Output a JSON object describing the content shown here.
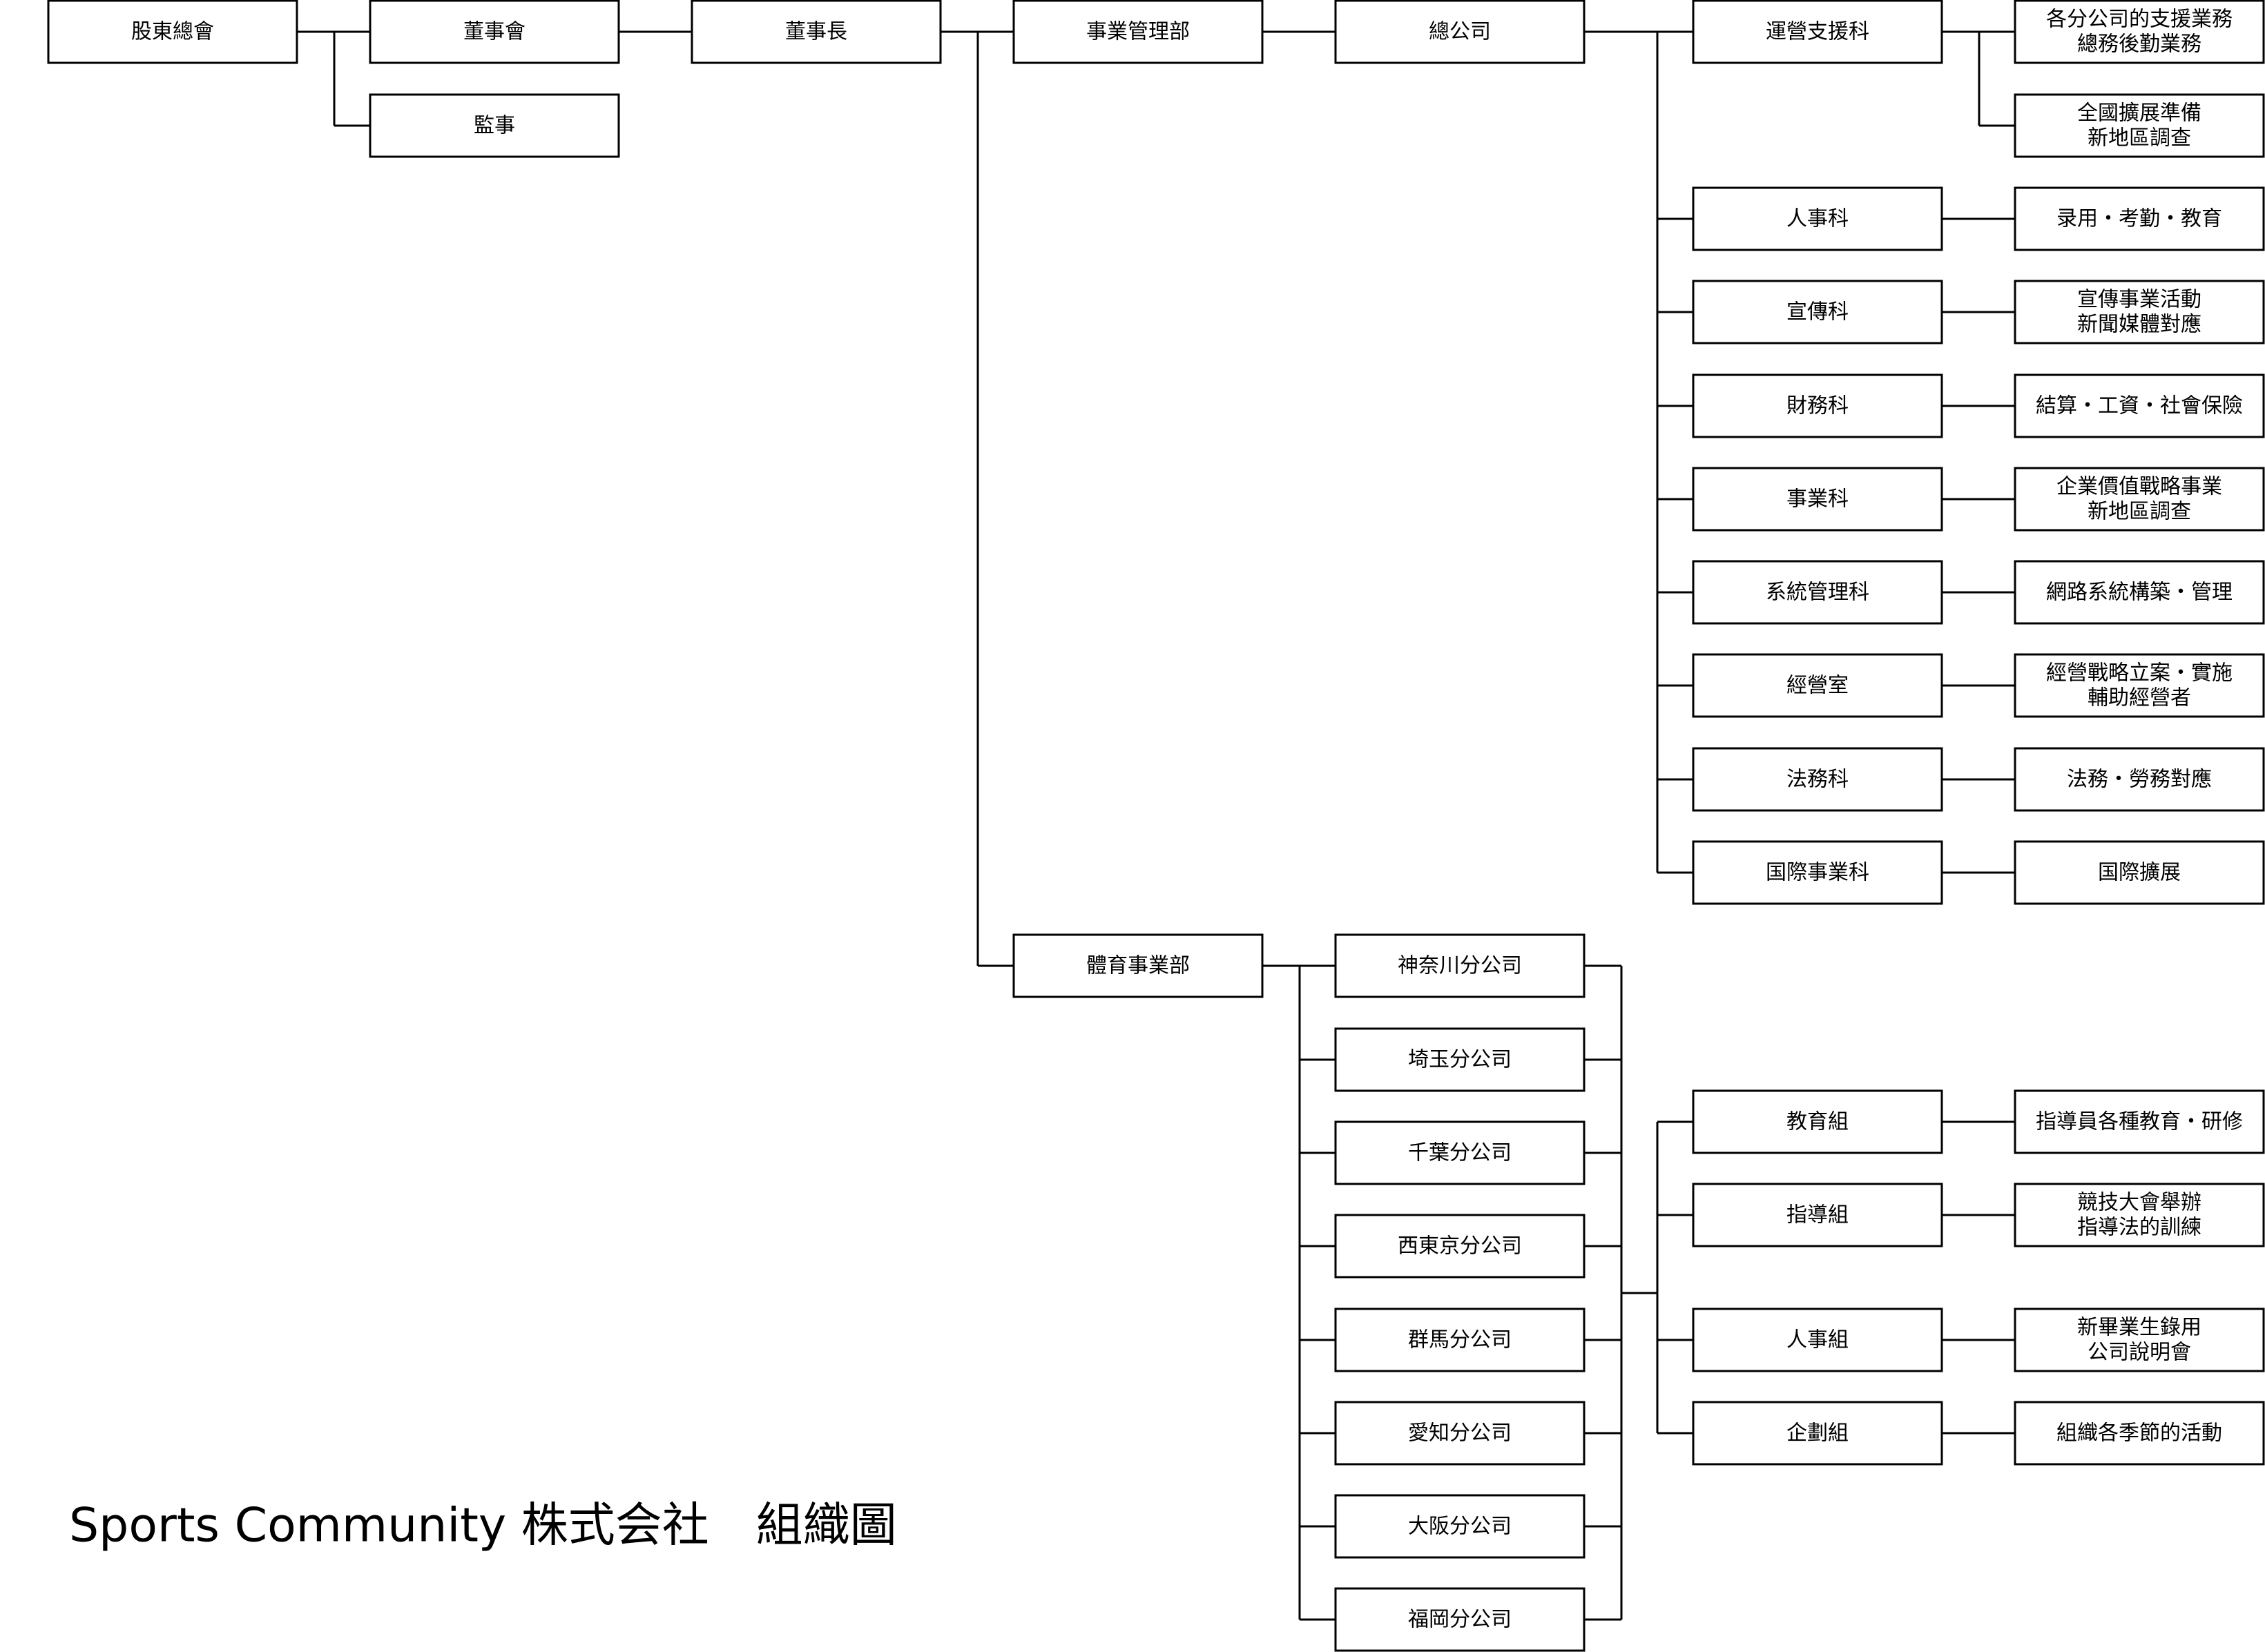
{
  "title": "Sports Community 株式会社　組織圖",
  "nodes": [
    {
      "id": "n1",
      "lines": [
        "股東總會"
      ]
    },
    {
      "id": "n2",
      "lines": [
        "董事會"
      ]
    },
    {
      "id": "n3",
      "lines": [
        "監事"
      ]
    },
    {
      "id": "n4",
      "lines": [
        "董事長"
      ]
    },
    {
      "id": "n5",
      "lines": [
        "事業管理部"
      ]
    },
    {
      "id": "n6",
      "lines": [
        "總公司"
      ]
    },
    {
      "id": "n7",
      "lines": [
        "運營支援科"
      ]
    },
    {
      "id": "n8",
      "lines": [
        "各分公司的支援業務",
        "總務後勤業務"
      ]
    },
    {
      "id": "n9",
      "lines": [
        "全國擴展準備",
        "新地區調查"
      ]
    },
    {
      "id": "n10",
      "lines": [
        "人事科"
      ]
    },
    {
      "id": "n11",
      "lines": [
        "录用・考勤・教育"
      ]
    },
    {
      "id": "n12",
      "lines": [
        "宣傳科"
      ]
    },
    {
      "id": "n13",
      "lines": [
        "宣傳事業活動",
        "新聞媒體對應"
      ]
    },
    {
      "id": "n14",
      "lines": [
        "財務科"
      ]
    },
    {
      "id": "n15",
      "lines": [
        "結算・工資・社會保險"
      ]
    },
    {
      "id": "n16",
      "lines": [
        "事業科"
      ]
    },
    {
      "id": "n17",
      "lines": [
        "企業價值戰略事業",
        "新地區調查"
      ]
    },
    {
      "id": "n18",
      "lines": [
        "系統管理科"
      ]
    },
    {
      "id": "n19",
      "lines": [
        "網路系統構築・管理"
      ]
    },
    {
      "id": "n20",
      "lines": [
        "經營室"
      ]
    },
    {
      "id": "n21",
      "lines": [
        "經營戰略立案・實施",
        "輔助經營者"
      ]
    },
    {
      "id": "n22",
      "lines": [
        "法務科"
      ]
    },
    {
      "id": "n23",
      "lines": [
        "法務・勞務對應"
      ]
    },
    {
      "id": "n24",
      "lines": [
        "国際事業科"
      ]
    },
    {
      "id": "n25",
      "lines": [
        "国際擴展"
      ]
    },
    {
      "id": "n26",
      "lines": [
        "體育事業部"
      ]
    },
    {
      "id": "n27",
      "lines": [
        "神奈川分公司"
      ]
    },
    {
      "id": "n28",
      "lines": [
        "埼玉分公司"
      ]
    },
    {
      "id": "n29",
      "lines": [
        "千葉分公司"
      ]
    },
    {
      "id": "n30",
      "lines": [
        "西東京分公司"
      ]
    },
    {
      "id": "n31",
      "lines": [
        "群馬分公司"
      ]
    },
    {
      "id": "n32",
      "lines": [
        "愛知分公司"
      ]
    },
    {
      "id": "n33",
      "lines": [
        "大阪分公司"
      ]
    },
    {
      "id": "n34",
      "lines": [
        "福岡分公司"
      ]
    },
    {
      "id": "n35",
      "lines": [
        "教育組"
      ]
    },
    {
      "id": "n36",
      "lines": [
        "指導員各種教育・研修"
      ]
    },
    {
      "id": "n37",
      "lines": [
        "指導組"
      ]
    },
    {
      "id": "n38",
      "lines": [
        "競技大會舉辦",
        "指導法的訓練"
      ]
    },
    {
      "id": "n39",
      "lines": [
        "人事組"
      ]
    },
    {
      "id": "n40",
      "lines": [
        "新畢業生錄用",
        "公司說明會"
      ]
    },
    {
      "id": "n41",
      "lines": [
        "企劃組"
      ]
    },
    {
      "id": "n42",
      "lines": [
        "組織各季節的活動"
      ]
    }
  ],
  "edges": [
    [
      "n1",
      "n2"
    ],
    [
      "n1",
      "n3"
    ],
    [
      "n2",
      "n4"
    ],
    [
      "n4",
      "n5"
    ],
    [
      "n4",
      "n26"
    ],
    [
      "n5",
      "n6"
    ],
    [
      "n6",
      "n7"
    ],
    [
      "n6",
      "n10"
    ],
    [
      "n6",
      "n12"
    ],
    [
      "n6",
      "n14"
    ],
    [
      "n6",
      "n16"
    ],
    [
      "n6",
      "n18"
    ],
    [
      "n6",
      "n20"
    ],
    [
      "n6",
      "n22"
    ],
    [
      "n6",
      "n24"
    ],
    [
      "n7",
      "n8"
    ],
    [
      "n7",
      "n9"
    ],
    [
      "n10",
      "n11"
    ],
    [
      "n12",
      "n13"
    ],
    [
      "n14",
      "n15"
    ],
    [
      "n16",
      "n17"
    ],
    [
      "n18",
      "n19"
    ],
    [
      "n20",
      "n21"
    ],
    [
      "n22",
      "n23"
    ],
    [
      "n24",
      "n25"
    ],
    [
      "n26",
      "n27"
    ],
    [
      "n26",
      "n28"
    ],
    [
      "n26",
      "n29"
    ],
    [
      "n26",
      "n30"
    ],
    [
      "n26",
      "n31"
    ],
    [
      "n26",
      "n32"
    ],
    [
      "n26",
      "n33"
    ],
    [
      "n26",
      "n34"
    ],
    [
      "n27",
      "n35"
    ],
    [
      "n27",
      "n37"
    ],
    [
      "n27",
      "n39"
    ],
    [
      "n27",
      "n41"
    ],
    [
      "n35",
      "n36"
    ],
    [
      "n37",
      "n38"
    ],
    [
      "n39",
      "n40"
    ],
    [
      "n41",
      "n42"
    ]
  ]
}
